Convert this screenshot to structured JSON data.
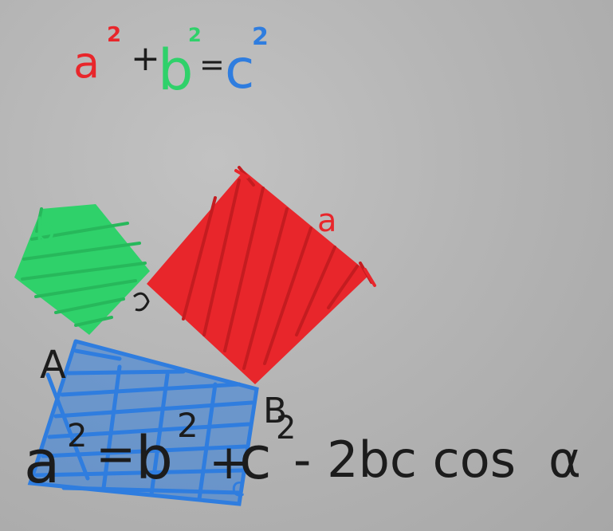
{
  "formula_top": {
    "a": "a",
    "exp_a": "2",
    "plus": "+",
    "b": "b",
    "exp_b": "2",
    "eq": "=",
    "c": "c",
    "exp_c": "2"
  },
  "vertex_labels": {
    "A": "A",
    "B": "B",
    "C": "C"
  },
  "square_labels": {
    "a": "a",
    "b": "b",
    "c": "c"
  },
  "formula_bottom": {
    "a": "a",
    "exp_a": "2",
    "eq": "=",
    "b": "b",
    "exp_b": "2",
    "plus": "+",
    "c": "c",
    "exp_c": "2",
    "tail": "- 2bc cos",
    "alpha": "α"
  },
  "colors": {
    "red": "#e8262b",
    "green": "#2fd16a",
    "blue": "#2f7ddf",
    "ink": "#1c1c1c",
    "board": "#b5b5b5"
  }
}
